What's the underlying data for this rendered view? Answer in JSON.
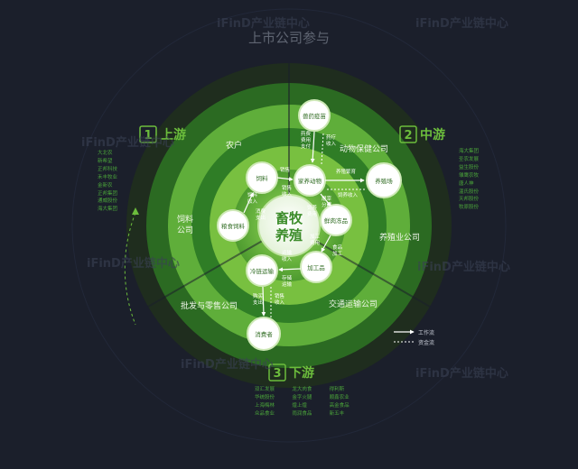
{
  "title": "上市公司参与",
  "watermark": "iFinD产业链中心",
  "center": {
    "line1": "畜牧",
    "line2": "养殖"
  },
  "sections": [
    {
      "num": "1",
      "label": "上游"
    },
    {
      "num": "2",
      "label": "中游"
    },
    {
      "num": "3",
      "label": "下游"
    }
  ],
  "outer_labels": {
    "nonghu": "农户",
    "siliao": "饲料\n公司",
    "dongwu": "动物保健公司",
    "yangzhi": "养殖业公司",
    "jiaotong": "交通运输公司",
    "pifa": "批发与零售公司"
  },
  "nodes": {
    "shouyao": "兽药疫苗",
    "jiayang": "家养动物",
    "yangzhichang": "养殖场",
    "siliao": "饲料",
    "yingshi": "粮食饲料",
    "xianxian": "鲜肉冻品",
    "jiagong": "加工品",
    "lenglian": "冷链运输",
    "xiaofei": "消费者"
  },
  "flows": {
    "yaofei": "药费\n费用\n支付",
    "yaofei2": "药疗\n收入",
    "xiaoshou": "销售\n收入",
    "kuaishu": "养殖繁育",
    "siyang": "饲养收入",
    "fuyang": "饲料\n收入",
    "peiyang": "饲养\n费用",
    "siliao_zhichu": "饲料\n收入",
    "xiao_zhi": "消费\n支出",
    "shouzhu": "屠宰\n分割",
    "jiagong_fei": "加工\n费用",
    "shipin": "食品\n加工",
    "yunshu": "运输\n收入",
    "cunchu": "存储\n运输",
    "goumai": "购买\n支出",
    "zhuanzhu": "销售\n收入"
  },
  "legend": {
    "work": "工作流",
    "money": "资金流"
  },
  "companies": {
    "upstream": [
      "大北农",
      "新希望",
      "正邦科技",
      "禾丰牧业",
      "金新农",
      "正邦集团",
      "通威股份",
      "海大集团"
    ],
    "midstream": [
      "海大集团",
      "圣农发展",
      "益生股份",
      "雏鹰农牧",
      "唐人神",
      "温氏股份",
      "天邦股份",
      "牧原股份"
    ],
    "downstream": [
      "双汇发展",
      "龙大肉食",
      "得利斯",
      "华统股份",
      "金字火腿",
      "顺鑫农业",
      "上海梅林",
      "煌上煌",
      "高金食品",
      "众品食业",
      "雨润食品",
      "新五丰"
    ]
  },
  "colors": {
    "background": "#1b1f2b",
    "outer_ring": "#1e2f1b",
    "ring1": "#2b6a22",
    "ring2": "#5fae3a",
    "ring3": "#2f7d26",
    "ring4": "#6cbd3c",
    "core": "#8fd04a",
    "accent": "#6cbd3c"
  }
}
